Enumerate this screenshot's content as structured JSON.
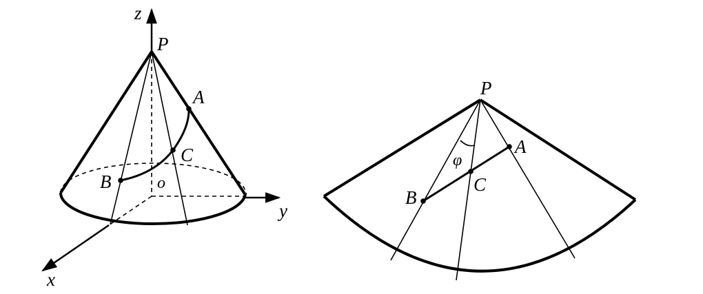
{
  "cone_figure": {
    "axes": {
      "x": "x",
      "y": "y",
      "z": "z"
    },
    "origin": "o",
    "points": {
      "apex": "P",
      "a": "A",
      "b": "B",
      "c": "C"
    }
  },
  "sector_figure": {
    "points": {
      "apex": "P",
      "a": "A",
      "b": "B",
      "c": "C"
    },
    "angle": "φ"
  },
  "colors": {
    "ink": "#000000",
    "background": "#ffffff"
  }
}
